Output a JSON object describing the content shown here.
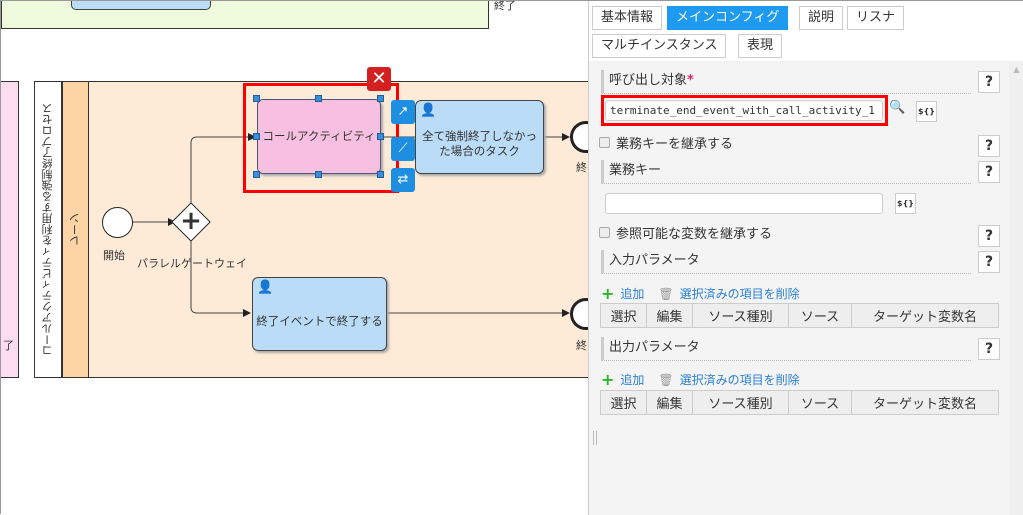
{
  "diagram": {
    "top_pool_end_label": "終了",
    "pool_label": "コールアクティビティを利用する強制終了プロセス",
    "lane_label": "レーン",
    "left_pool_label": "了",
    "start_label": "開始",
    "gateway_label": "パラレルゲートウェイ",
    "call_activity_label": "コールアクティビティ",
    "task1_label": "全て強制終了しなかった場合のタスク",
    "task2_label": "終了イベントで終了する",
    "end1_label": "終",
    "end2_label": "終",
    "selection_color": "#ff0000"
  },
  "panel": {
    "tabs": [
      {
        "label": "基本情報",
        "active": false
      },
      {
        "label": "メインコンフィグ",
        "active": true
      },
      {
        "label": "説明",
        "active": false
      },
      {
        "label": "リスナ",
        "active": false
      },
      {
        "label": "マルチインスタンス",
        "active": false
      },
      {
        "label": "表現",
        "active": false
      }
    ],
    "call_target": {
      "label": "呼び出し対象",
      "required": "*",
      "value": "terminate_end_event_with_call_activity_1"
    },
    "inherit_business_key": "業務キーを継承する",
    "business_key": {
      "label": "業務キー",
      "value": ""
    },
    "inherit_variables": "参照可能な変数を継承する",
    "help": "?",
    "expr_button": "${}",
    "input_params": {
      "label": "入力パラメータ",
      "add": "追加",
      "delete": "選択済みの項目を削除",
      "columns": [
        "選択",
        "編集",
        "ソース種別",
        "ソース",
        "ターゲット変数名"
      ]
    },
    "output_params": {
      "label": "出力パラメータ",
      "add": "追加",
      "delete": "選択済みの項目を削除",
      "columns": [
        "選択",
        "編集",
        "ソース種別",
        "ソース",
        "ターゲット変数名"
      ]
    }
  }
}
